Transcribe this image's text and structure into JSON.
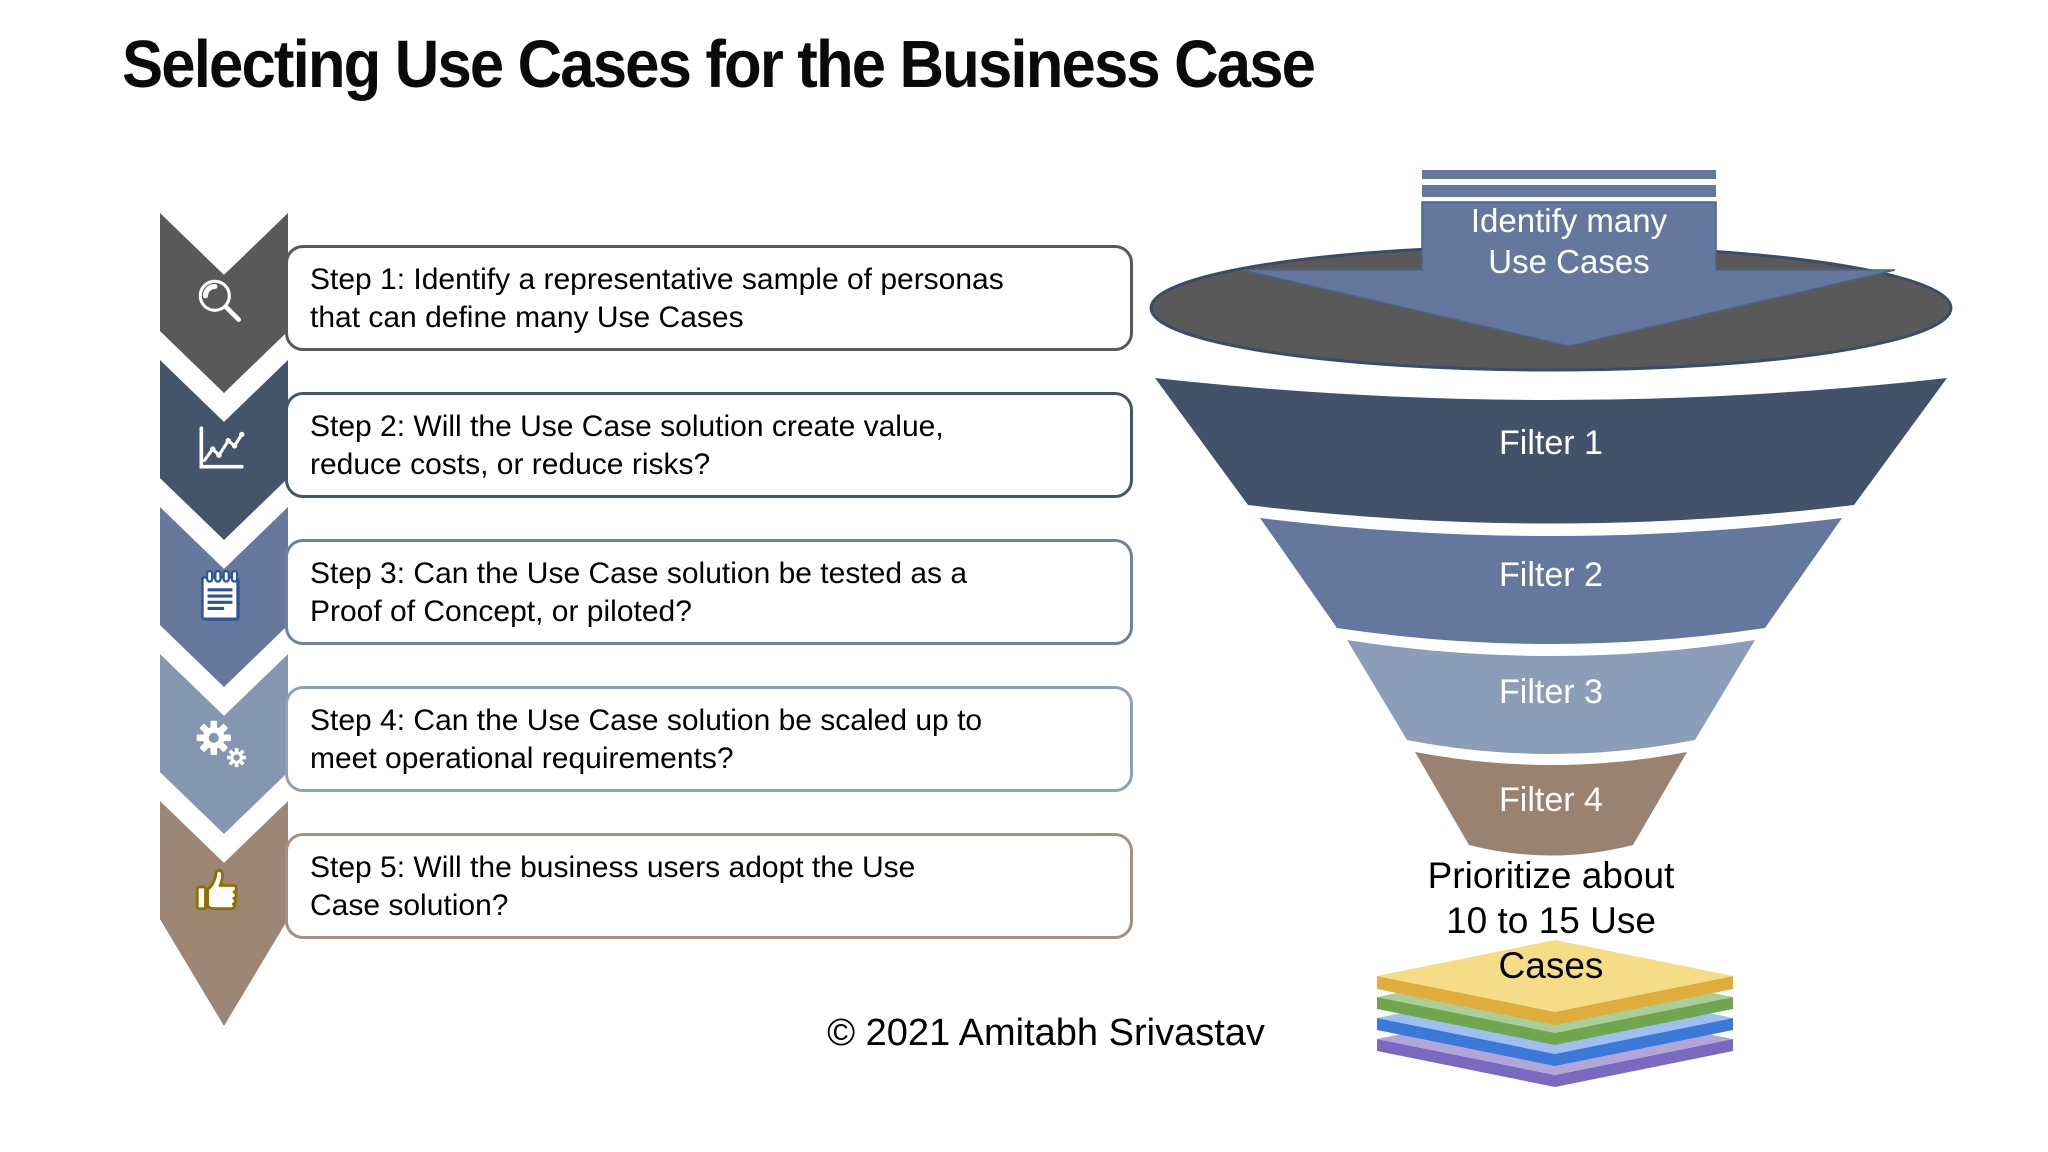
{
  "title": "Selecting Use Cases for the Business Case",
  "steps": [
    {
      "line1": "Step 1: Identify a representative sample of personas",
      "line2": "that can define many Use Cases",
      "color": "#595959",
      "border_color": "#595959",
      "icon": "magnifier-search-icon"
    },
    {
      "line1": "Step 2: Will the Use Case solution create value,",
      "line2": "reduce costs, or reduce risks?",
      "color": "#44546A",
      "border_color": "#44546A",
      "icon": "line-chart-icon"
    },
    {
      "line1": "Step 3: Can the Use Case solution be tested as a",
      "line2": "Proof of Concept, or piloted?",
      "color": "#66789B",
      "border_color": "#6E81A1",
      "icon": "notepad-icon"
    },
    {
      "line1": "Step 4: Can the Use Case solution be scaled up to",
      "line2": "meet operational requirements?",
      "color": "#8496B0",
      "border_color": "#8FA0BC",
      "icon": "gears-icon"
    },
    {
      "line1": "Step 5: Will the business users adopt the Use",
      "line2": "Case solution?",
      "color": "#9C8673",
      "border_color": "#A4917F",
      "icon": "thumbs-up-icon"
    }
  ],
  "funnel": {
    "input_label": "Identify many\nUse Cases",
    "input_arrow_color": "#64779C",
    "mouth_color": "#595959",
    "filters": [
      {
        "label": "Filter 1",
        "color": "#42526B"
      },
      {
        "label": "Filter 2",
        "color": "#64779C"
      },
      {
        "label": "Filter 3",
        "color": "#8C9DB9"
      },
      {
        "label": "Filter 4",
        "color": "#9A8270"
      }
    ],
    "output_label": "Prioritize about\n10 to 15 Use Cases",
    "layers": [
      {
        "name": "yellow-layer",
        "top_color": "#F5DD87",
        "side_color": "#E0AC3C"
      },
      {
        "name": "green-layer",
        "top_color": "#A9CE98",
        "side_color": "#71A64F"
      },
      {
        "name": "blue-layer",
        "top_color": "#9FBFEF",
        "side_color": "#3C78D8"
      },
      {
        "name": "purple-layer",
        "top_color": "#B1A6D8",
        "side_color": "#7B68C0"
      }
    ]
  },
  "copyright": "© 2021 Amitabh Srivastav"
}
